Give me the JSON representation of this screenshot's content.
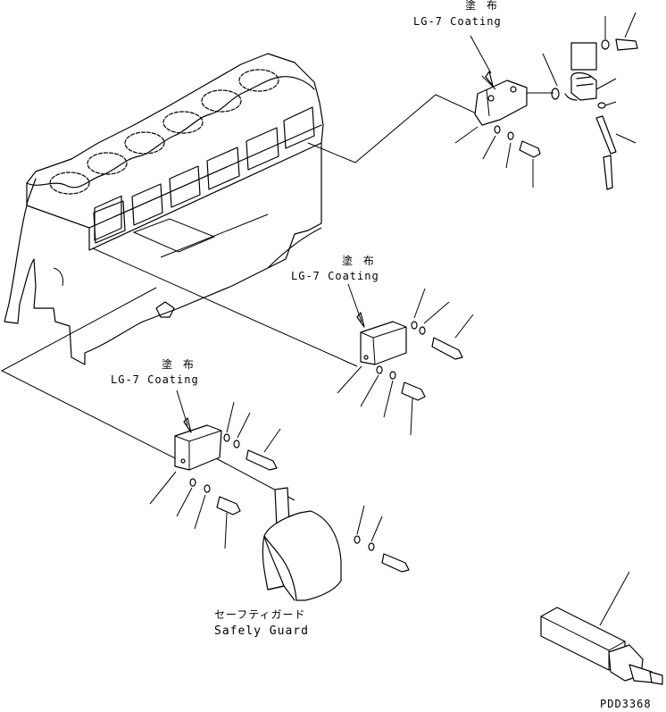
{
  "labels": {
    "coating_1": {
      "jp": "塗 布",
      "en": "LG-7 Coating"
    },
    "coating_2": {
      "jp": "塗 布",
      "en": "LG-7 Coating"
    },
    "coating_3": {
      "jp": "塗 布",
      "en": "LG-7 Coating"
    },
    "safety_guard": {
      "jp": "セーフティガード",
      "en": "Safely Guard"
    },
    "drawing_code": "PDD3368"
  }
}
